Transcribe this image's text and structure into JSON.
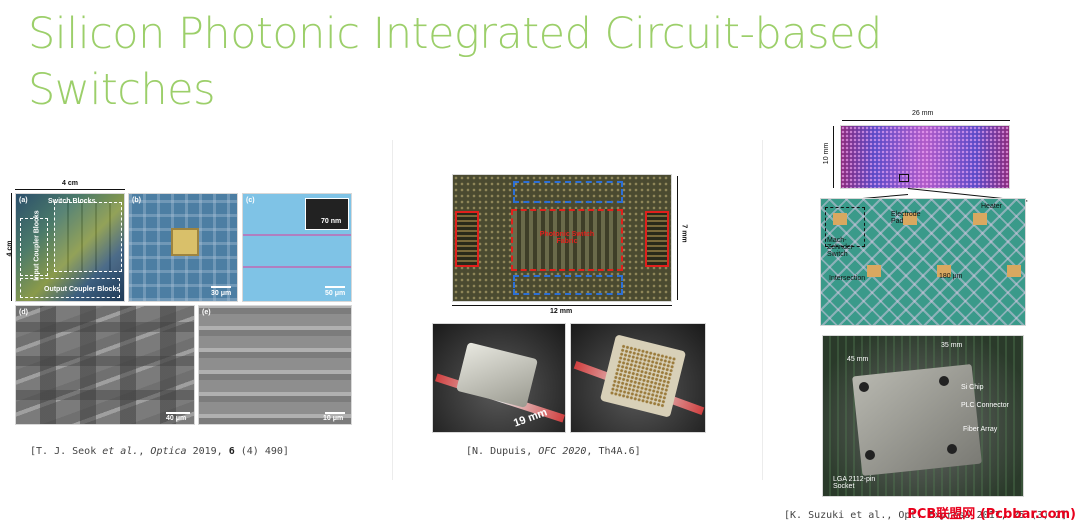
{
  "slide": {
    "title_line1": "Silicon Photonic Integrated Circuit-based",
    "title_line2": "Switches"
  },
  "fig_seok": {
    "panel_a": {
      "tag": "(a)",
      "dim_width": "4 cm",
      "dim_height": "4 cm",
      "switch_blocks": "Switch Blocks",
      "input_coupler": "Input Coupler Blocks",
      "output_coupler": "Output Coupler Blocks"
    },
    "panel_b": {
      "tag": "(b)",
      "scale": "30 μm"
    },
    "panel_c": {
      "tag": "(c)",
      "scale": "50 μm",
      "inset_scale": "70 nm"
    },
    "panel_d": {
      "tag": "(d)",
      "scale": "40 μm"
    },
    "panel_e": {
      "tag": "(e)",
      "scale": "10 μm"
    },
    "citation": {
      "authors": "[T. J. Seok ",
      "etal": "et al.",
      "sep": ", ",
      "journal": "Optica",
      "year": " 2019, ",
      "volume": "6",
      "rest": " (4) 490]"
    }
  },
  "fig_dupuis": {
    "chip": {
      "dim_width": "12 mm",
      "dim_height": "7 mm",
      "matrix_label": "Photonic Switch Fabric"
    },
    "package": {
      "dim": "19 mm"
    },
    "citation": {
      "prefix": "[N. Dupuis, ",
      "venue": "OFC 2020",
      "rest": ", Th4A.6]"
    }
  },
  "fig_suzuki": {
    "chip": {
      "dim_width": "26 mm",
      "dim_height": "10 mm"
    },
    "zoom": {
      "heater": "Heater",
      "electrode_pad": "Electrode Pad",
      "mzs": "Mach-Zehnder Switch",
      "intersection": "Intersection",
      "pitch": "180 μm"
    },
    "module": {
      "dim_a": "45 mm",
      "dim_b": "35 mm",
      "si_chip": "Si Chip",
      "plc": "PLC Connector",
      "fiber": "Fiber Array",
      "lga": "LGA 2112-pin Socket"
    },
    "citation": {
      "text": "[K. Suzuki et al., Opt. Express 2017, 25 (3) 2]"
    }
  },
  "watermark": {
    "text": "PCB联盟网 (Pcbbar.com)"
  },
  "colors": {
    "title": "#9ccf6a",
    "watermark": "#e8001c",
    "callout_red": "#e0201c",
    "callout_blue": "#2c6fd6"
  }
}
